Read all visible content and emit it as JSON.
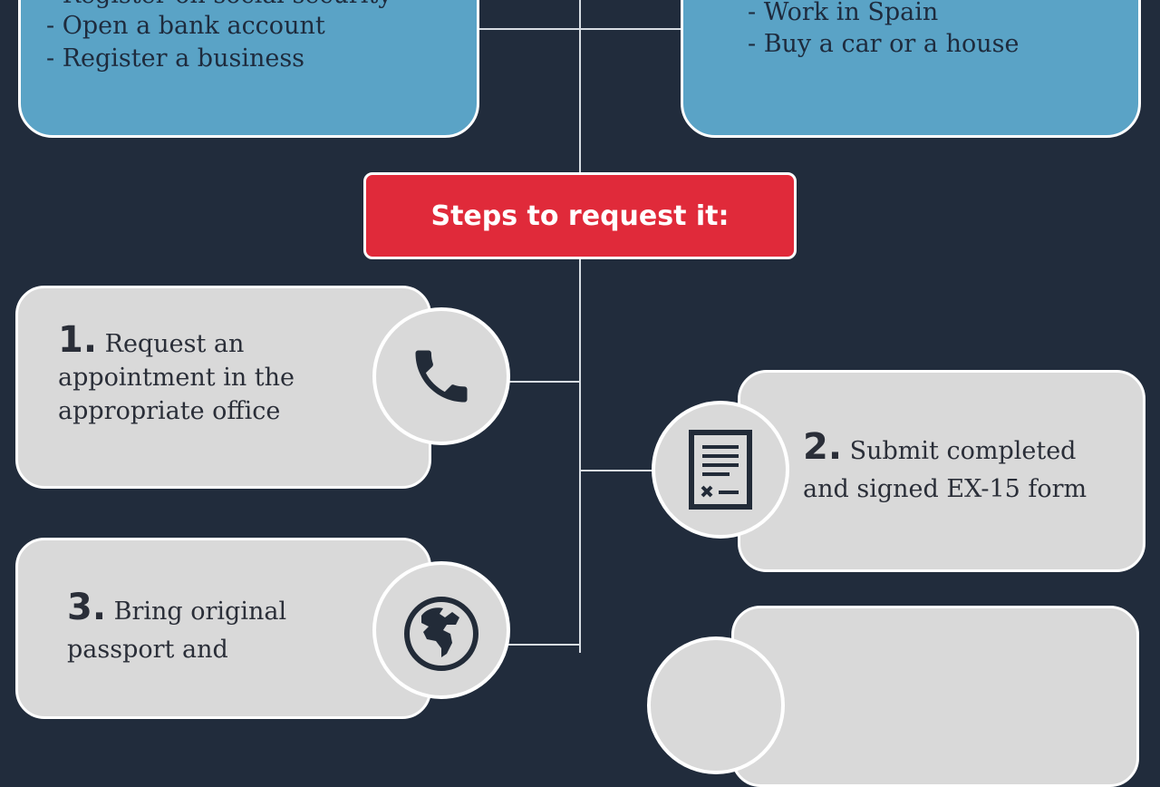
{
  "benefits_left": [
    "- Register on social security",
    "- Open a bank account",
    "- Register a business"
  ],
  "benefits_right": [
    "- Work in Spain",
    "- Buy a car or a house"
  ],
  "steps_title": "Steps to request it:",
  "steps": [
    {
      "number": "1.",
      "first": "Request an",
      "rest": [
        "appointment in the",
        "appropriate office"
      ],
      "icon": "phone-icon"
    },
    {
      "number": "2.",
      "first": "Submit completed",
      "rest": [
        "and signed EX-15 form"
      ],
      "icon": "form-icon"
    },
    {
      "number": "3.",
      "first": "Bring original",
      "rest": [
        "passport and"
      ],
      "icon": "globe-icon"
    }
  ],
  "colors": {
    "background": "#212c3c",
    "box_blue": "#5aa3c6",
    "accent_red": "#e02a3a",
    "box_gray": "#d9d9d9"
  }
}
